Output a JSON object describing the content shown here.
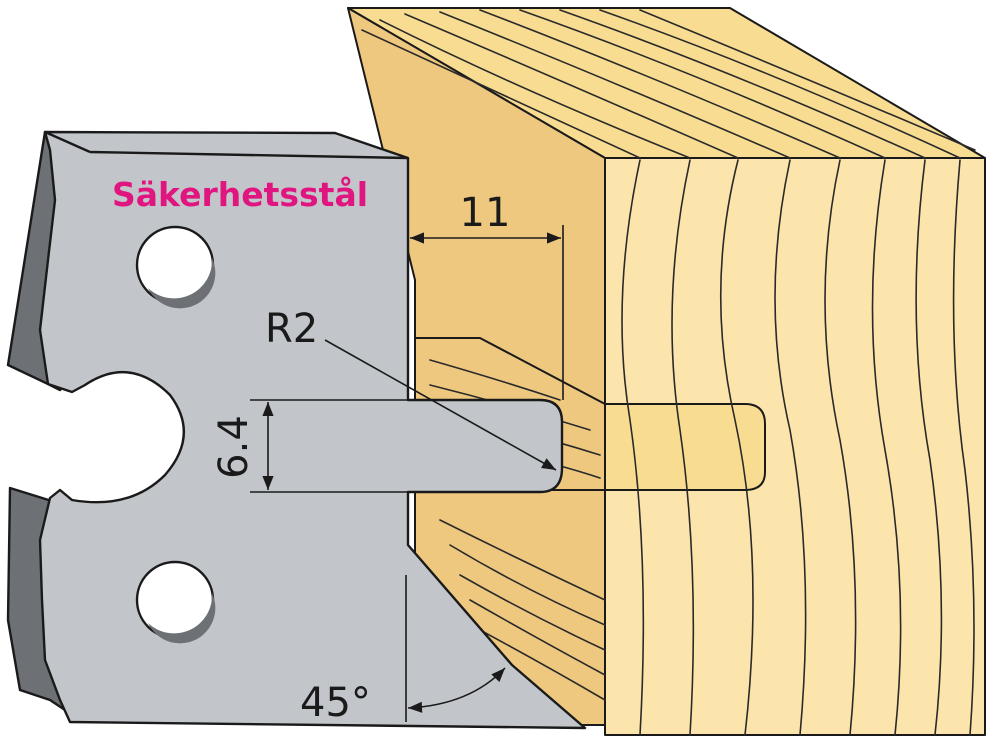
{
  "labels": {
    "steel_grade": "Säkerhetsstål",
    "width_dim": "11",
    "radius_dim": "R2",
    "height_dim": "6.4",
    "angle_dim": "45°"
  },
  "colors": {
    "steel_face": "#c2c6ca",
    "steel_side": "#6d7175",
    "wood_top": "#f7dc92",
    "wood_end": "#fbe5ad",
    "wood_side": "#efc880",
    "outline": "#1a1a1a",
    "brand": "#e0157f"
  }
}
